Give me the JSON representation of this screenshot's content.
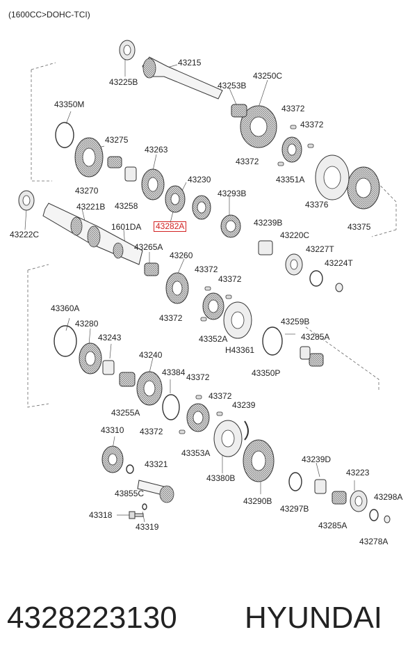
{
  "header": {
    "text": "(1600CC>DOHC-TCI)"
  },
  "parts": [
    {
      "id": "p43225B",
      "label": "43225B"
    },
    {
      "id": "p43215",
      "label": "43215"
    },
    {
      "id": "p43253B",
      "label": "43253B"
    },
    {
      "id": "p43250C",
      "label": "43250C"
    },
    {
      "id": "p43372a",
      "label": "43372"
    },
    {
      "id": "p43372b",
      "label": "43372"
    },
    {
      "id": "p43372c",
      "label": "43372"
    },
    {
      "id": "p43351A",
      "label": "43351A"
    },
    {
      "id": "p43350M",
      "label": "43350M"
    },
    {
      "id": "p43275",
      "label": "43275"
    },
    {
      "id": "p43263",
      "label": "43263"
    },
    {
      "id": "p43270",
      "label": "43270"
    },
    {
      "id": "p43258",
      "label": "43258"
    },
    {
      "id": "p43230",
      "label": "43230"
    },
    {
      "id": "p43293B",
      "label": "43293B"
    },
    {
      "id": "p43376",
      "label": "43376"
    },
    {
      "id": "p43375",
      "label": "43375"
    },
    {
      "id": "p43221B",
      "label": "43221B"
    },
    {
      "id": "p1601DA",
      "label": "1601DA"
    },
    {
      "id": "p43282A",
      "label": "43282A"
    },
    {
      "id": "p43222C",
      "label": "43222C"
    },
    {
      "id": "p43239B",
      "label": "43239B"
    },
    {
      "id": "p43220C",
      "label": "43220C"
    },
    {
      "id": "p43227T",
      "label": "43227T"
    },
    {
      "id": "p43224T",
      "label": "43224T"
    },
    {
      "id": "p43265A",
      "label": "43265A"
    },
    {
      "id": "p43260",
      "label": "43260"
    },
    {
      "id": "p43372d",
      "label": "43372"
    },
    {
      "id": "p43372e",
      "label": "43372"
    },
    {
      "id": "p43372f",
      "label": "43372"
    },
    {
      "id": "p43352A",
      "label": "43352A"
    },
    {
      "id": "pH43361",
      "label": "H43361"
    },
    {
      "id": "p43360A",
      "label": "43360A"
    },
    {
      "id": "p43280",
      "label": "43280"
    },
    {
      "id": "p43243",
      "label": "43243"
    },
    {
      "id": "p43259B",
      "label": "43259B"
    },
    {
      "id": "p43285A",
      "label": "43285A"
    },
    {
      "id": "p43350P",
      "label": "43350P"
    },
    {
      "id": "p43240",
      "label": "43240"
    },
    {
      "id": "p43384",
      "label": "43384"
    },
    {
      "id": "p43372g",
      "label": "43372"
    },
    {
      "id": "p43255A",
      "label": "43255A"
    },
    {
      "id": "p43372h",
      "label": "43372"
    },
    {
      "id": "p43239",
      "label": "43239"
    },
    {
      "id": "p43310",
      "label": "43310"
    },
    {
      "id": "p43372i",
      "label": "43372"
    },
    {
      "id": "p43353A",
      "label": "43353A"
    },
    {
      "id": "p43239D",
      "label": "43239D"
    },
    {
      "id": "p43321",
      "label": "43321"
    },
    {
      "id": "p43380B",
      "label": "43380B"
    },
    {
      "id": "p43223",
      "label": "43223"
    },
    {
      "id": "p43855C",
      "label": "43855C"
    },
    {
      "id": "p43298A",
      "label": "43298A"
    },
    {
      "id": "p43290B",
      "label": "43290B"
    },
    {
      "id": "p43297B",
      "label": "43297B"
    },
    {
      "id": "p43318",
      "label": "43318"
    },
    {
      "id": "p43285A2",
      "label": "43285A"
    },
    {
      "id": "p43319",
      "label": "43319"
    },
    {
      "id": "p43278A",
      "label": "43278A"
    }
  ],
  "highlight": {
    "part": "43282A",
    "color": "#d22222"
  },
  "footer": {
    "part_number": "4328223130",
    "brand": "HYUNDAI"
  }
}
